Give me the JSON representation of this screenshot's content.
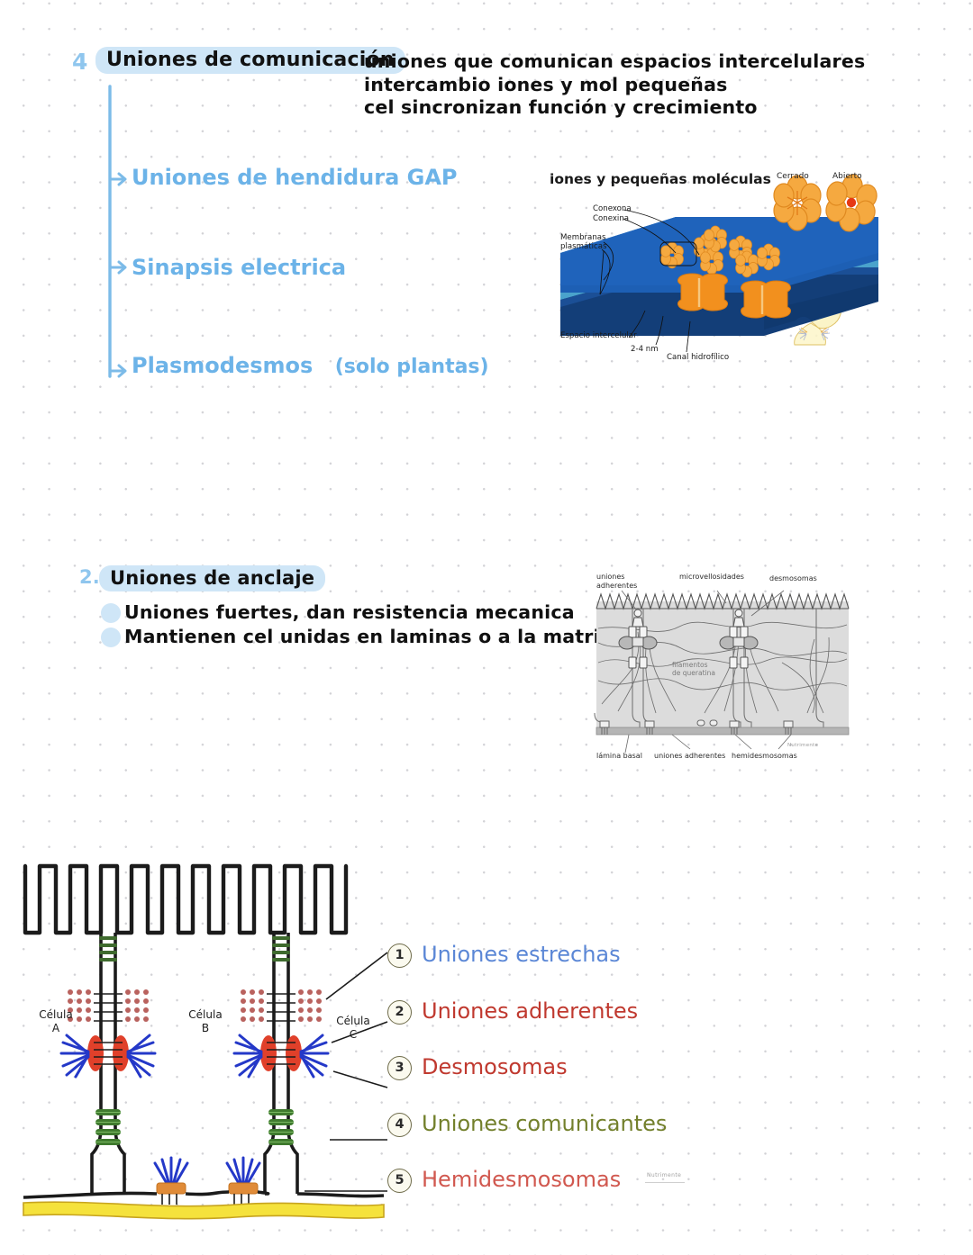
{
  "page": {
    "background": "#ffffff",
    "grid_dot_color": "#d2d2d6"
  },
  "section1": {
    "number": "4",
    "title": "Uniones de comunicación",
    "highlight_color": "#cfe6f7",
    "description": "uniones que comunican espacios intercelulares\nintercambio iones y mol pequeñas\ncel sincronizan función y crecimiento",
    "sub_items": [
      {
        "label": "Uniones de hendidura GAP",
        "note": ""
      },
      {
        "label": "Sinapsis electrica",
        "note": ""
      },
      {
        "label": "Plasmodesmos",
        "note": "(solo plantas)"
      }
    ],
    "accent_color": "#6cb3e8"
  },
  "section2": {
    "number": "2.",
    "title": "Uniones de anclaje",
    "bullets": [
      "Uniones fuertes, dan resistencia mecanica",
      "Mantienen cel unidas en laminas o a la matriz"
    ]
  },
  "diagram_gap": {
    "title": "iones y pequeñas moléculas",
    "labels": {
      "conexona": "Conexona",
      "conexina": "Conexina",
      "membranas": "Membranas\nplasmáticas",
      "espacio": "Espacio intercelular",
      "distancia": "2-4 nm",
      "canal": "Canal hidrofílico"
    },
    "rosettes": [
      {
        "caption": "Cerrado",
        "state": "closed"
      },
      {
        "caption": "Abierto",
        "state": "open"
      }
    ],
    "colors": {
      "membrane_top": "#1d5fb4",
      "membrane_bottom": "#133e78",
      "membrane_edge": "#63b3d6",
      "connexon": "#f5a940",
      "channel": "#f07d16",
      "pore": "#e63915",
      "cell": "#fbf2b6"
    }
  },
  "diagram_epithelium": {
    "labels_top": {
      "uniones_adherentes": "uniones\nadherentes",
      "microvellosidades": "microvellosidades",
      "desmosomas": "desmosomas"
    },
    "label_inner": "filamentos\nde queratina",
    "labels_bottom": {
      "lamina_basal": "lámina basal",
      "uniones_adherentes": "uniones adherentes",
      "hemidesmosomas": "hemidesmosomas"
    },
    "watermark": "Nutrimente"
  },
  "diagram_junctions": {
    "cell_labels": [
      "Célula\nA",
      "Célula\nB",
      "Célula\nC"
    ],
    "legend": [
      {
        "number": "1",
        "label": "Uniones estrechas",
        "color": "#5b87d6"
      },
      {
        "number": "2",
        "label": "Uniones adherentes",
        "color": "#c0392f"
      },
      {
        "number": "3",
        "label": "Desmosomas",
        "color": "#c0392f"
      },
      {
        "number": "4",
        "label": "Uniones comunicantes",
        "color": "#73802c"
      },
      {
        "number": "5",
        "label": "Hemidesmosomas",
        "color": "#d1584f"
      }
    ],
    "watermark": "Nutrimente",
    "colors": {
      "membrane": "#1b1b1b",
      "tight_junction": "#3f6b2e",
      "adherens_dots": "#b9625e",
      "desmosome": "#e0402a",
      "keratin": "#2438c8",
      "gap_junction": "#3f7a2e",
      "hemidesmosome": "#e08b38",
      "basal_lamina": "#f5e23c"
    }
  }
}
